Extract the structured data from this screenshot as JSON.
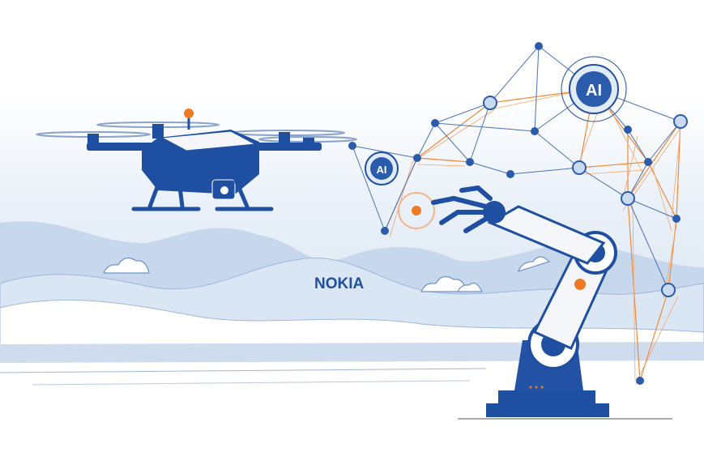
{
  "brand": {
    "logo_text": "NOKIA"
  },
  "network": {
    "hub_large_label": "AI",
    "hub_small_label": "AI"
  },
  "colors": {
    "brand_blue": "#1f4fa0",
    "accent_orange": "#f07a22",
    "sky": "#dde8f5",
    "hill": "#c5d6ec"
  }
}
